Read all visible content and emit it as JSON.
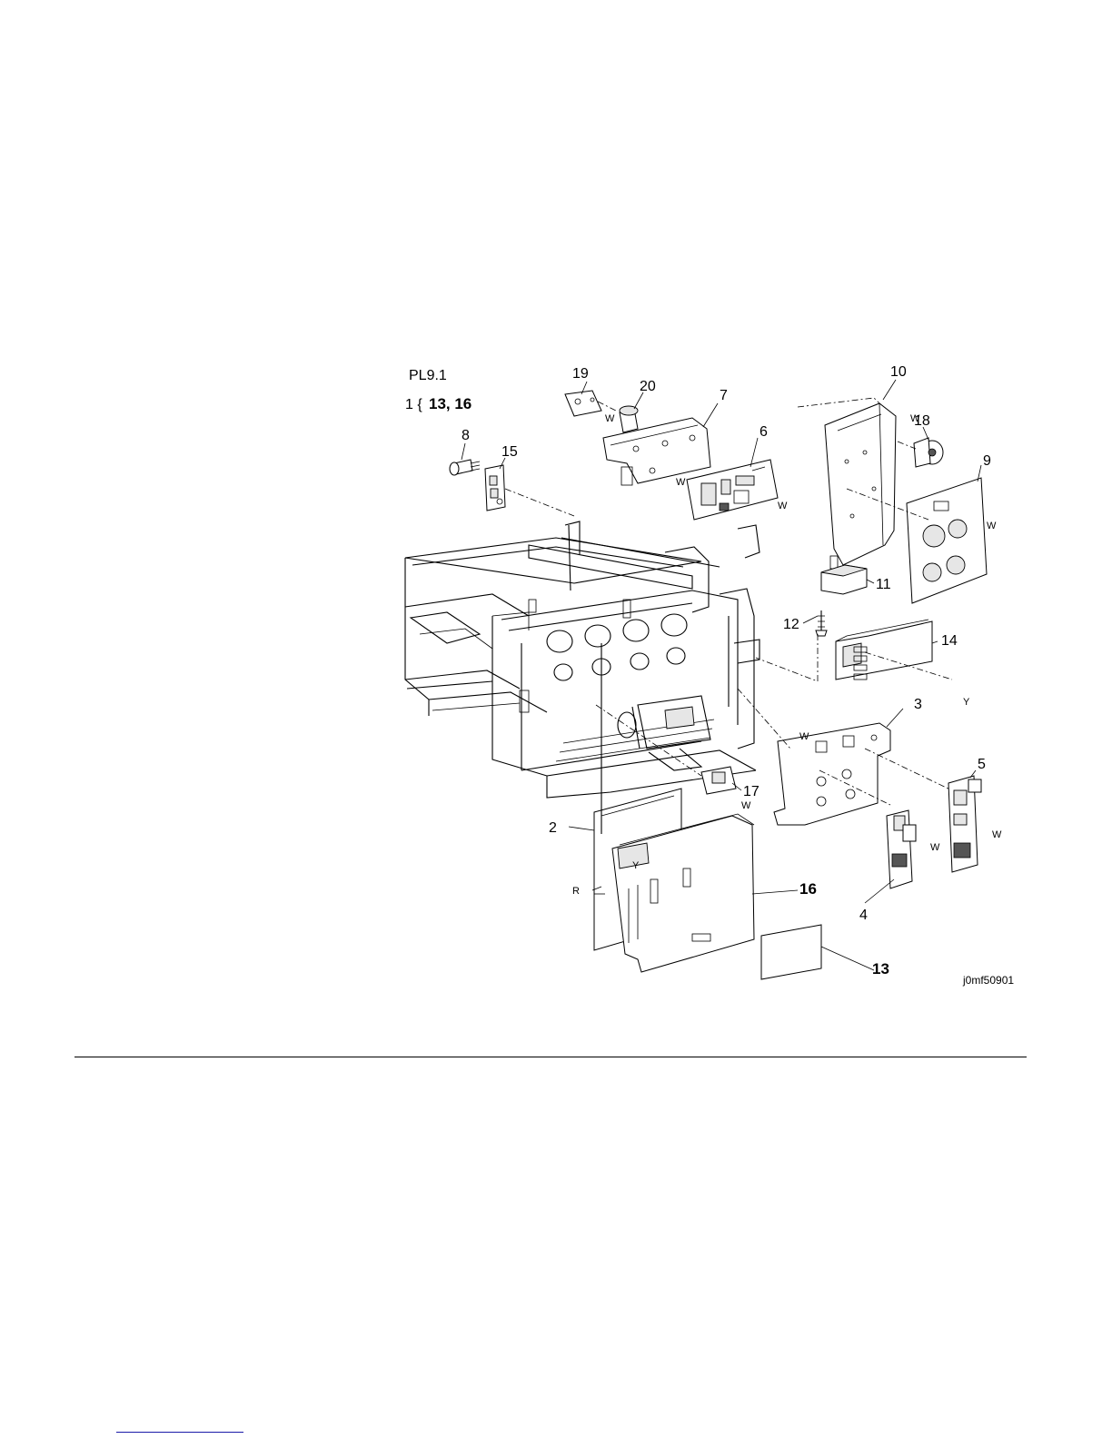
{
  "diagram": {
    "plate_id": "PL9.1",
    "kit_note_prefix": "1 {",
    "kit_note_items": "13, 16",
    "figure_id": "j0mf50901",
    "callouts": {
      "c2": "2",
      "c3": "3",
      "c4": "4",
      "c5": "5",
      "c6": "6",
      "c7": "7",
      "c8": "8",
      "c9": "9",
      "c10": "10",
      "c11": "11",
      "c12": "12",
      "c13": "13",
      "c14": "14",
      "c15": "15",
      "c16": "16",
      "c17": "17",
      "c18": "18",
      "c19": "19",
      "c20": "20"
    },
    "markers": {
      "w": "W",
      "y": "Y",
      "r": "R"
    }
  }
}
